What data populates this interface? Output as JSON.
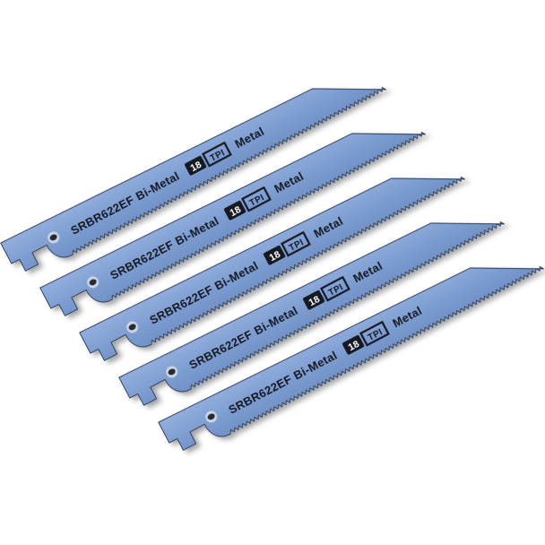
{
  "background_color": "#ffffff",
  "blade_count": 5,
  "blade_print": {
    "model": "SRBR622EF",
    "material": "Bi-Metal",
    "tpi": "18",
    "tpi_label": "TPI",
    "application": "Metal"
  },
  "colors": {
    "blade_light": "#92aedd",
    "blade_mid": "#7d9dd1",
    "blade_dark": "#7191c6",
    "edge_stroke": "#35435c",
    "print_black": "#161922",
    "hole_rim": "#c9d4e4",
    "hole_dark": "#262b35"
  }
}
